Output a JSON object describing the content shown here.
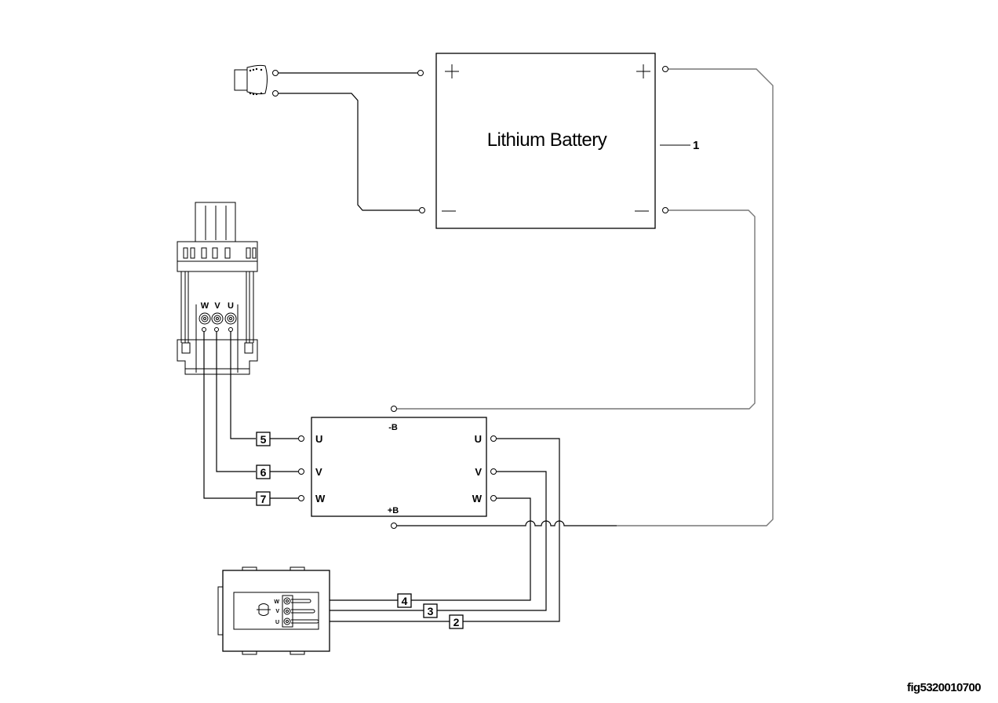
{
  "figure": {
    "code": "fig5320010700",
    "colors": {
      "line": "#000000",
      "secondary_line": "#777777",
      "background": "#ffffff"
    }
  },
  "battery": {
    "label": "Lithium Battery",
    "callout": "1",
    "positive_symbol": "+",
    "negative_symbol": "—"
  },
  "controller": {
    "left_terminals": [
      "U",
      "V",
      "W"
    ],
    "right_terminals": [
      "U",
      "V",
      "W"
    ],
    "neg_terminal": "-B",
    "pos_terminal": "+B"
  },
  "motor": {
    "phase_labels": [
      "W",
      "V",
      "U"
    ]
  },
  "lower_unit": {
    "phase_labels": [
      "W",
      "V",
      "U"
    ]
  },
  "wire_tags": {
    "left": [
      "5",
      "6",
      "7"
    ],
    "bottom": [
      "4",
      "3",
      "2"
    ]
  }
}
